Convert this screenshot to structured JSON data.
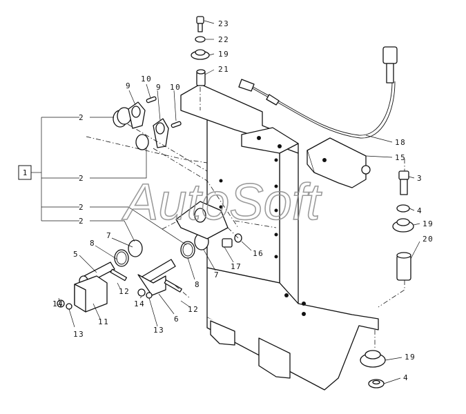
{
  "watermark": "AutoSoft",
  "ref_box": "1",
  "callouts": [
    {
      "id": "c23",
      "text": "23"
    },
    {
      "id": "c22",
      "text": "22"
    },
    {
      "id": "c19a",
      "text": "19"
    },
    {
      "id": "c21",
      "text": "21"
    },
    {
      "id": "c10a",
      "text": "10"
    },
    {
      "id": "c9a",
      "text": "9"
    },
    {
      "id": "c9b",
      "text": "9"
    },
    {
      "id": "c10b",
      "text": "10"
    },
    {
      "id": "c2a",
      "text": "2"
    },
    {
      "id": "c2b",
      "text": "2"
    },
    {
      "id": "c2c",
      "text": "2"
    },
    {
      "id": "c2d",
      "text": "2"
    },
    {
      "id": "c18",
      "text": "18"
    },
    {
      "id": "c15",
      "text": "15"
    },
    {
      "id": "c3",
      "text": "3"
    },
    {
      "id": "c4a",
      "text": "4"
    },
    {
      "id": "c19b",
      "text": "19"
    },
    {
      "id": "c20",
      "text": "20"
    },
    {
      "id": "c8a",
      "text": "8"
    },
    {
      "id": "c7a",
      "text": "7"
    },
    {
      "id": "c5",
      "text": "5"
    },
    {
      "id": "c16",
      "text": "16"
    },
    {
      "id": "c17",
      "text": "17"
    },
    {
      "id": "c7b",
      "text": "7"
    },
    {
      "id": "c8b",
      "text": "8"
    },
    {
      "id": "c12a",
      "text": "12"
    },
    {
      "id": "c12b",
      "text": "12"
    },
    {
      "id": "c11",
      "text": "11"
    },
    {
      "id": "c14a",
      "text": "14"
    },
    {
      "id": "c13a",
      "text": "13"
    },
    {
      "id": "c14b",
      "text": "14"
    },
    {
      "id": "c13b",
      "text": "13"
    },
    {
      "id": "c6",
      "text": "6"
    },
    {
      "id": "c19c",
      "text": "19"
    },
    {
      "id": "c4b",
      "text": "4"
    }
  ]
}
